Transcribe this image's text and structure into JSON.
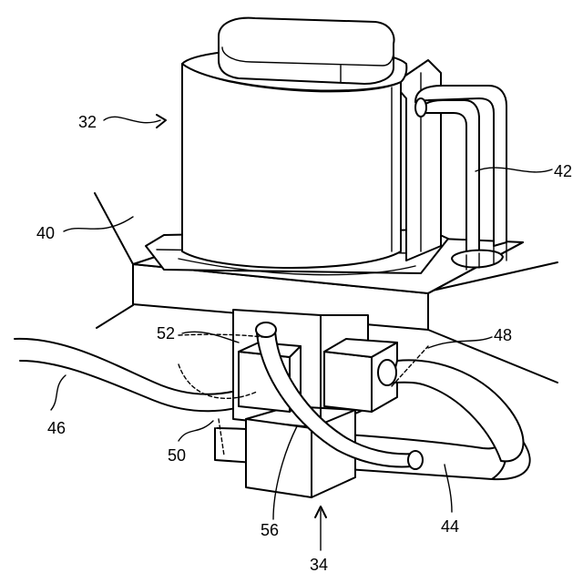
{
  "figure": {
    "labels": {
      "l32": "32",
      "l42": "42",
      "l40": "40",
      "l52": "52",
      "l48": "48",
      "l46": "46",
      "l50": "50",
      "l56": "56",
      "l44": "44",
      "l34": "34"
    }
  }
}
